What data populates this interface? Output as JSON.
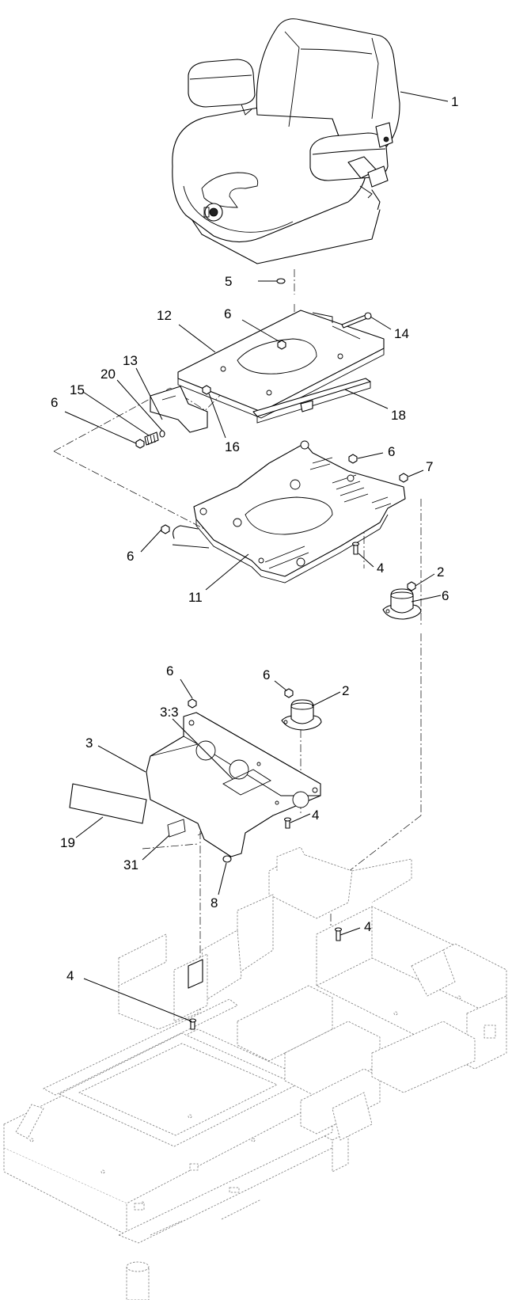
{
  "callouts": [
    {
      "id": "c1",
      "label": "1"
    },
    {
      "id": "c5",
      "label": "5"
    },
    {
      "id": "c12",
      "label": "12"
    },
    {
      "id": "c6a",
      "label": "6"
    },
    {
      "id": "c14",
      "label": "14"
    },
    {
      "id": "c13",
      "label": "13"
    },
    {
      "id": "c20",
      "label": "20"
    },
    {
      "id": "c15",
      "label": "15"
    },
    {
      "id": "c6b",
      "label": "6"
    },
    {
      "id": "c16",
      "label": "16"
    },
    {
      "id": "c18",
      "label": "18"
    },
    {
      "id": "c6c",
      "label": "6"
    },
    {
      "id": "c7",
      "label": "7"
    },
    {
      "id": "c6d",
      "label": "6"
    },
    {
      "id": "c4a",
      "label": "4"
    },
    {
      "id": "c11",
      "label": "11"
    },
    {
      "id": "c6e",
      "label": "6"
    },
    {
      "id": "c2a",
      "label": "2"
    },
    {
      "id": "c6f",
      "label": "6"
    },
    {
      "id": "c6g",
      "label": "6"
    },
    {
      "id": "c2b",
      "label": "2"
    },
    {
      "id": "c33",
      "label": "3:3"
    },
    {
      "id": "c3",
      "label": "3"
    },
    {
      "id": "c4b",
      "label": "4"
    },
    {
      "id": "c19",
      "label": "19"
    },
    {
      "id": "c31",
      "label": "31"
    },
    {
      "id": "c8",
      "label": "8"
    },
    {
      "id": "c4c",
      "label": "4"
    },
    {
      "id": "c4d",
      "label": "4"
    }
  ]
}
